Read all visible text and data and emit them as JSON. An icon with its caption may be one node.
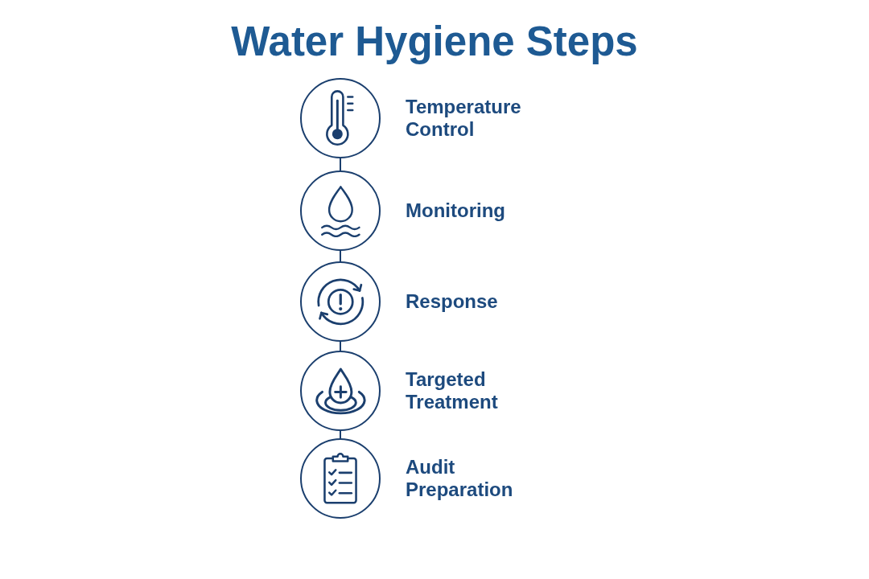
{
  "diagram": {
    "title": "Water Hygiene Steps",
    "nodes": [
      {
        "text": [
          "Temperature Control"
        ]
      },
      {
        "text": [
          "Monitoring"
        ]
      },
      {
        "text": [
          "Response"
        ]
      },
      {
        "text": [
          "Targeted Treatment"
        ]
      },
      {
        "text": [
          "Audit Preparation"
        ]
      }
    ],
    "edges": [
      {
        "from": 0,
        "to": 1,
        "arrow": "none"
      },
      {
        "from": 1,
        "to": 2,
        "arrow": "none"
      },
      {
        "from": 2,
        "to": 3,
        "arrow": "none"
      },
      {
        "from": 3,
        "to": 4,
        "arrow": "none"
      }
    ]
  }
}
